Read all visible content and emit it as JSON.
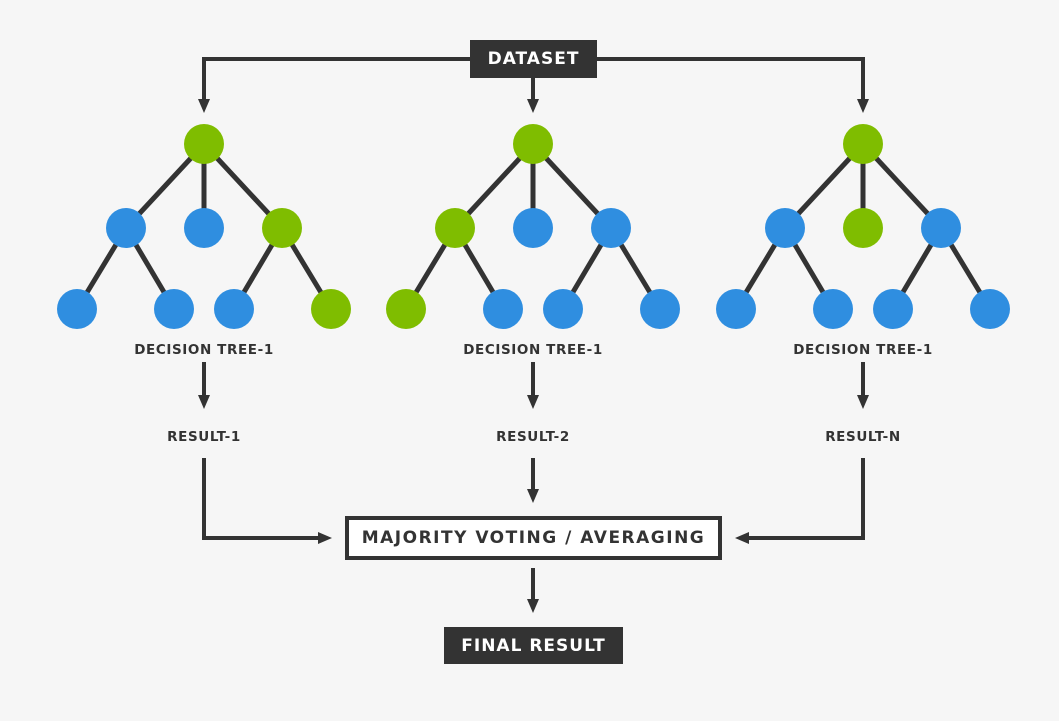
{
  "colors": {
    "ink": "#333333",
    "node_blue": "#2f8ee0",
    "node_green": "#7fbd00",
    "background": "#f6f6f6"
  },
  "dataset_label": "DATASET",
  "aggregation_label": "MAJORITY VOTING / AVERAGING",
  "final_label": "FINAL RESULT",
  "trees": [
    {
      "label": "DECISION TREE-1",
      "result": "RESULT-1",
      "node_colors": {
        "root": "green",
        "level1": [
          "blue",
          "blue",
          "green"
        ],
        "level2": [
          "blue",
          "blue",
          "blue",
          "green"
        ]
      }
    },
    {
      "label": "DECISION TREE-1",
      "result": "RESULT-2",
      "node_colors": {
        "root": "green",
        "level1": [
          "green",
          "blue",
          "blue"
        ],
        "level2": [
          "green",
          "blue",
          "blue",
          "blue"
        ]
      }
    },
    {
      "label": "DECISION TREE-1",
      "result": "RESULT-N",
      "node_colors": {
        "root": "green",
        "level1": [
          "blue",
          "green",
          "blue"
        ],
        "level2": [
          "blue",
          "blue",
          "blue",
          "blue"
        ]
      }
    }
  ]
}
